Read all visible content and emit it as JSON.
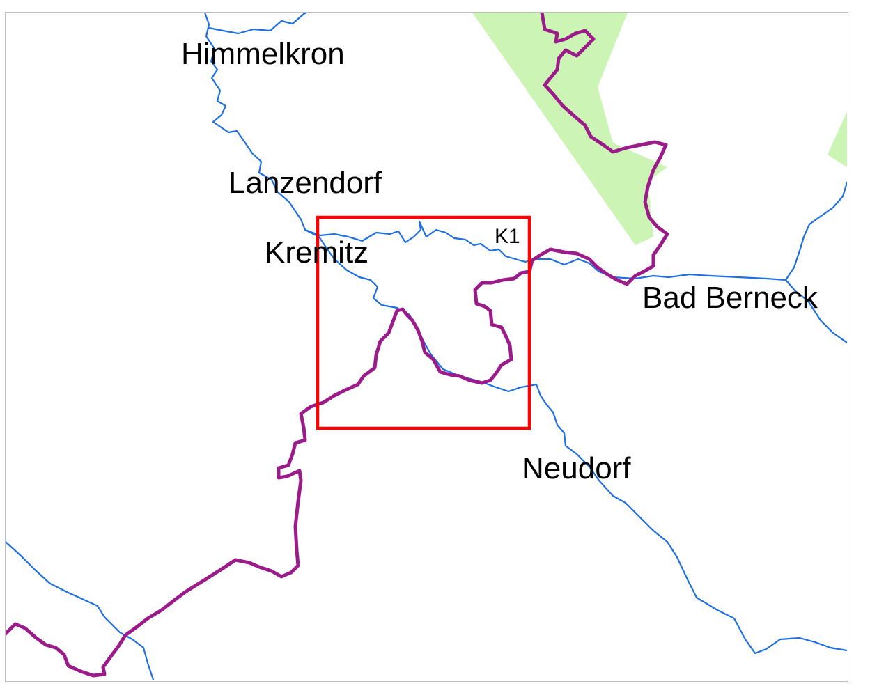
{
  "map": {
    "colors": {
      "river": "#1e6fe6",
      "boundary": "#9b1b8a",
      "forest": "#ccf5b5",
      "highlight_box": "#ff0000",
      "frame": "#bdbdbd",
      "label": "#000000"
    },
    "places": {
      "himmelkron": "Himmelkron",
      "lanzendorf": "Lanzendorf",
      "kremitz": "Kremitz",
      "bad_berneck": "Bad Berneck",
      "neudorf": "Neudorf"
    },
    "highlight": {
      "label": "K1"
    },
    "icons": {
      "river": "river-line",
      "boundary": "municipal-boundary-line",
      "forest": "forest-area",
      "highlight": "study-area-box"
    }
  }
}
